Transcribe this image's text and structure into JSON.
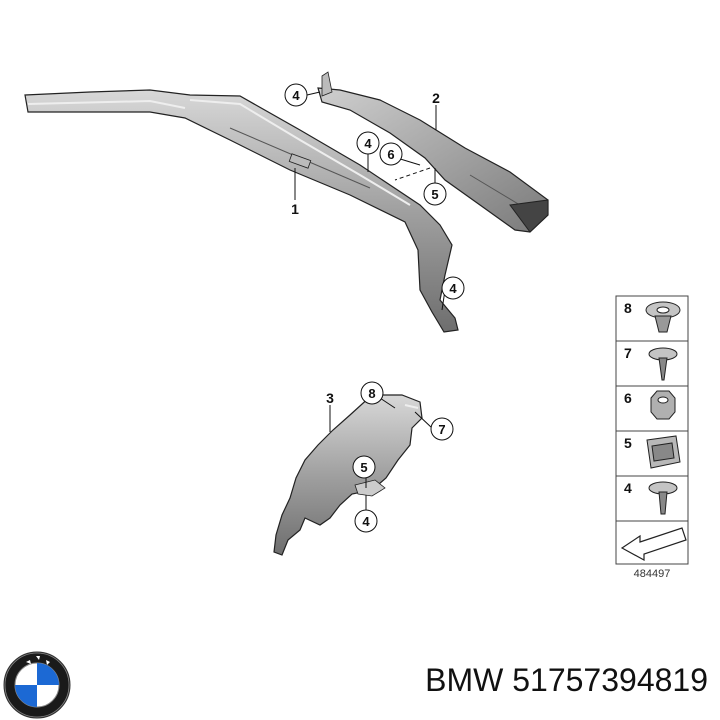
{
  "diagram": {
    "part_labels": [
      "1",
      "2",
      "3"
    ],
    "callouts": {
      "top_left_4": "4",
      "mid_4": "4",
      "mid_6": "6",
      "mid_5": "5",
      "right_4": "4",
      "lower_8": "8",
      "lower_7": "7",
      "lower_5": "5",
      "lower_4": "4"
    },
    "legend": {
      "items": [
        "8",
        "7",
        "6",
        "5",
        "4"
      ],
      "code": "484497"
    }
  },
  "footer": {
    "brand": "BMW",
    "part_number": "51757394819"
  },
  "colors": {
    "part_fill": "#9a9a9a",
    "part_light": "#c9c9c9",
    "part_dark": "#5e5e5e",
    "outline": "#222222",
    "logo_blue": "#1c69d4"
  }
}
